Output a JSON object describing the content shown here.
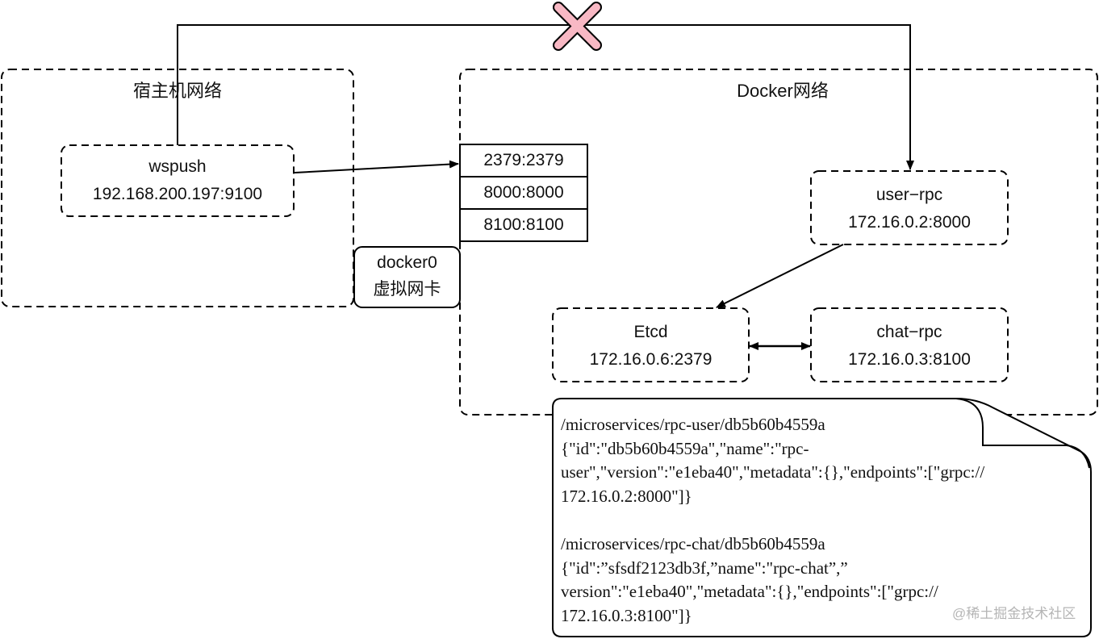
{
  "diagram": {
    "host_network": {
      "title": "宿主机网络"
    },
    "docker_network": {
      "title": "Docker网络"
    },
    "nodes": {
      "wspush": {
        "name": "wspush",
        "address": "192.168.200.197:9100"
      },
      "docker0": {
        "name": "docker0",
        "subtitle": "虚拟网卡"
      },
      "user_rpc": {
        "name": "user−rpc",
        "address": "172.16.0.2:8000"
      },
      "etcd": {
        "name": "Etcd",
        "address": "172.16.0.6:2379"
      },
      "chat_rpc": {
        "name": "chat−rpc",
        "address": "172.16.0.3:8100"
      }
    },
    "port_mappings": [
      "2379:2379",
      "8000:8000",
      "8100:8100"
    ],
    "edges": [
      {
        "from": "wspush",
        "to": "user_rpc",
        "style": "blocked",
        "marker": "cross"
      },
      {
        "from": "wspush",
        "to": "port_mappings",
        "style": "arrow"
      },
      {
        "from": "user_rpc",
        "to": "etcd",
        "style": "arrow"
      },
      {
        "from": "etcd",
        "to": "chat_rpc",
        "style": "bidirectional"
      }
    ],
    "colors": {
      "cross_fill": "#f8b8c4",
      "stroke": "#000000"
    },
    "note": {
      "entries": [
        {
          "key": "/microservices/rpc-user/db5b60b4559a",
          "lines": [
            "{\"id\":\"db5b60b4559a\",\"name\":\"rpc-",
            "user\",\"version\":\"e1eba40\",\"metadata\":{},\"endpoints\":[\"grpc://",
            "172.16.0.2:8000\"]}"
          ]
        },
        {
          "key": "/microservices/rpc-chat/db5b60b4559a",
          "lines": [
            "{\"id\":”sfsdf2123db3f,”name\":\"rpc-chat”,”",
            "version\":\"e1eba40\",\"metadata\":{},\"endpoints\":[\"grpc://",
            "172.16.0.3:8100\"]}"
          ]
        }
      ]
    },
    "watermark": "@稀土掘金技术社区"
  }
}
